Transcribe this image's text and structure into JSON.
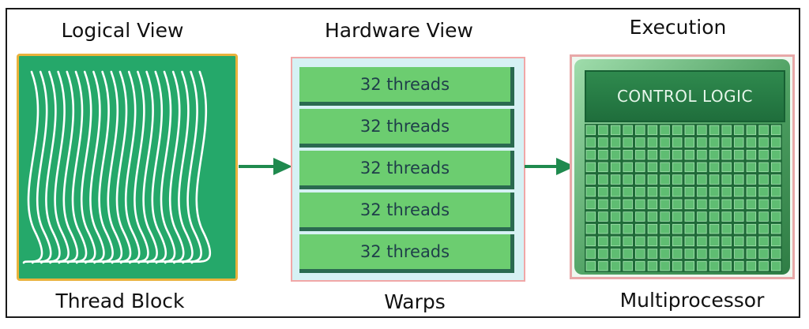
{
  "titles": {
    "logical_view": "Logical View",
    "hardware_view": "Hardware View",
    "execution": "Execution"
  },
  "labels": {
    "thread_block": "Thread Block",
    "warps": "Warps",
    "multiprocessor": "Multiprocessor"
  },
  "warps": [
    {
      "label": "32 threads"
    },
    {
      "label": "32 threads"
    },
    {
      "label": "32 threads"
    },
    {
      "label": "32 threads"
    },
    {
      "label": "32 threads"
    }
  ],
  "sm": {
    "control_logic": "CONTROL LOGIC"
  },
  "colors": {
    "thread_block_fill": "#25a86a",
    "thread_block_border": "#e9b23b",
    "warp_fill": "#6ccd70",
    "arrow": "#1f8a4e",
    "sm_core": "#5fbd72"
  }
}
